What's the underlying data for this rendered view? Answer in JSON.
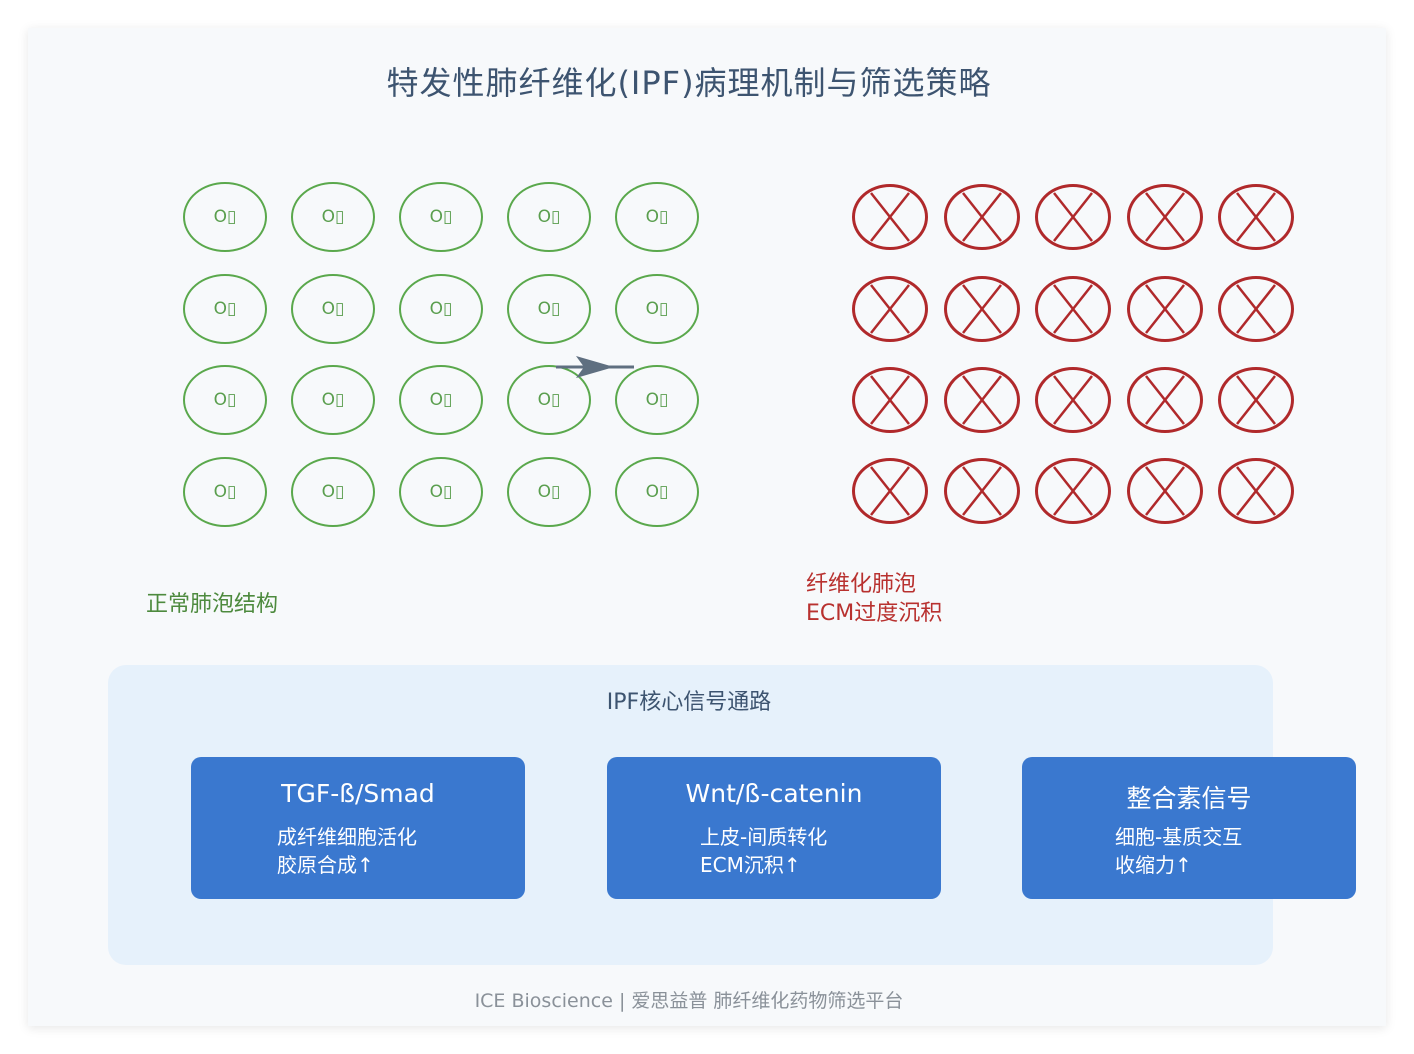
{
  "title": "特发性肺纤维化(IPF)病理机制与筛选策略",
  "healthy_section": {
    "cell_text": "O▯",
    "label": "正常肺泡结构",
    "color": "#5aa84c"
  },
  "fibrotic_section": {
    "label_line1": "纤维化肺泡",
    "label_line2": "ECM过度沉积",
    "color": "#b0292b"
  },
  "pathways": {
    "title": "IPF核心信号通路",
    "items": [
      {
        "name": "TGF-ß/Smad",
        "line1": "成纤维细胞活化",
        "line2": "胶原合成↑"
      },
      {
        "name": "Wnt/ß-catenin",
        "line1": "上皮-间质转化",
        "line2": "ECM沉积↑"
      },
      {
        "name": "整合素信号",
        "line1": "细胞-基质交互",
        "line2": "收缩力↑"
      }
    ]
  },
  "footer": "ICE Bioscience | 爱思益普 肺纤维化药物筛选平台"
}
